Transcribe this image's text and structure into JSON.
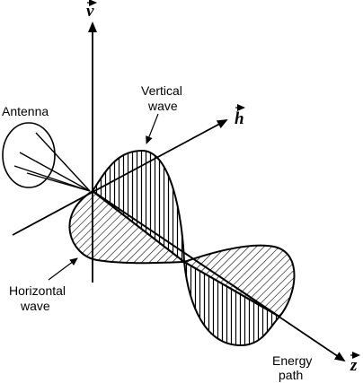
{
  "diagram": {
    "axes": {
      "v_label": "v",
      "h_label": "h",
      "z_label": "z"
    },
    "labels": {
      "antenna": "Antenna",
      "vertical_wave_line1": "Vertical",
      "vertical_wave_line2": "wave",
      "horizontal_wave_line1": "Horizontal",
      "horizontal_wave_line2": "wave",
      "energy_path_line1": "Energy",
      "energy_path_line2": "path"
    },
    "colors": {
      "line": "#000000",
      "background": "#ffffff"
    }
  }
}
